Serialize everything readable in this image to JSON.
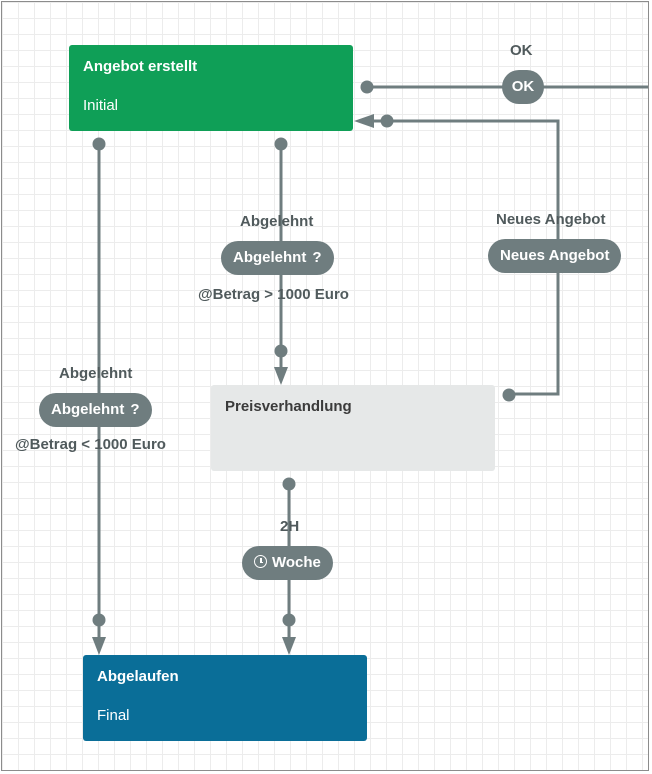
{
  "states": {
    "angebot_erstellt": {
      "title": "Angebot erstellt",
      "type": "Initial"
    },
    "preisverhandlung": {
      "title": "Preisverhandlung"
    },
    "abgelaufen": {
      "title": "Abgelaufen",
      "type": "Final"
    }
  },
  "transitions": {
    "ok": {
      "label": "OK",
      "button": "OK"
    },
    "neues_angebot": {
      "label": "Neues Angebot",
      "button": "Neues Angebot"
    },
    "abgelehnt_hoch": {
      "label": "Abgelehnt",
      "button": "Abgelehnt",
      "button_suffix": "?",
      "condition": "@Betrag > 1000 Euro"
    },
    "abgelehnt_niedrig": {
      "label": "Abgelehnt",
      "button": "Abgelehnt",
      "button_suffix": "?",
      "condition": "@Betrag < 1000 Euro"
    },
    "timer": {
      "label": "2H",
      "button": "Woche",
      "icon": "clock-icon"
    }
  },
  "colors": {
    "initial": "#0f9f57",
    "final": "#0a6e98",
    "neutral_state": "#e6e8e8",
    "connector": "#6f7d7f"
  }
}
